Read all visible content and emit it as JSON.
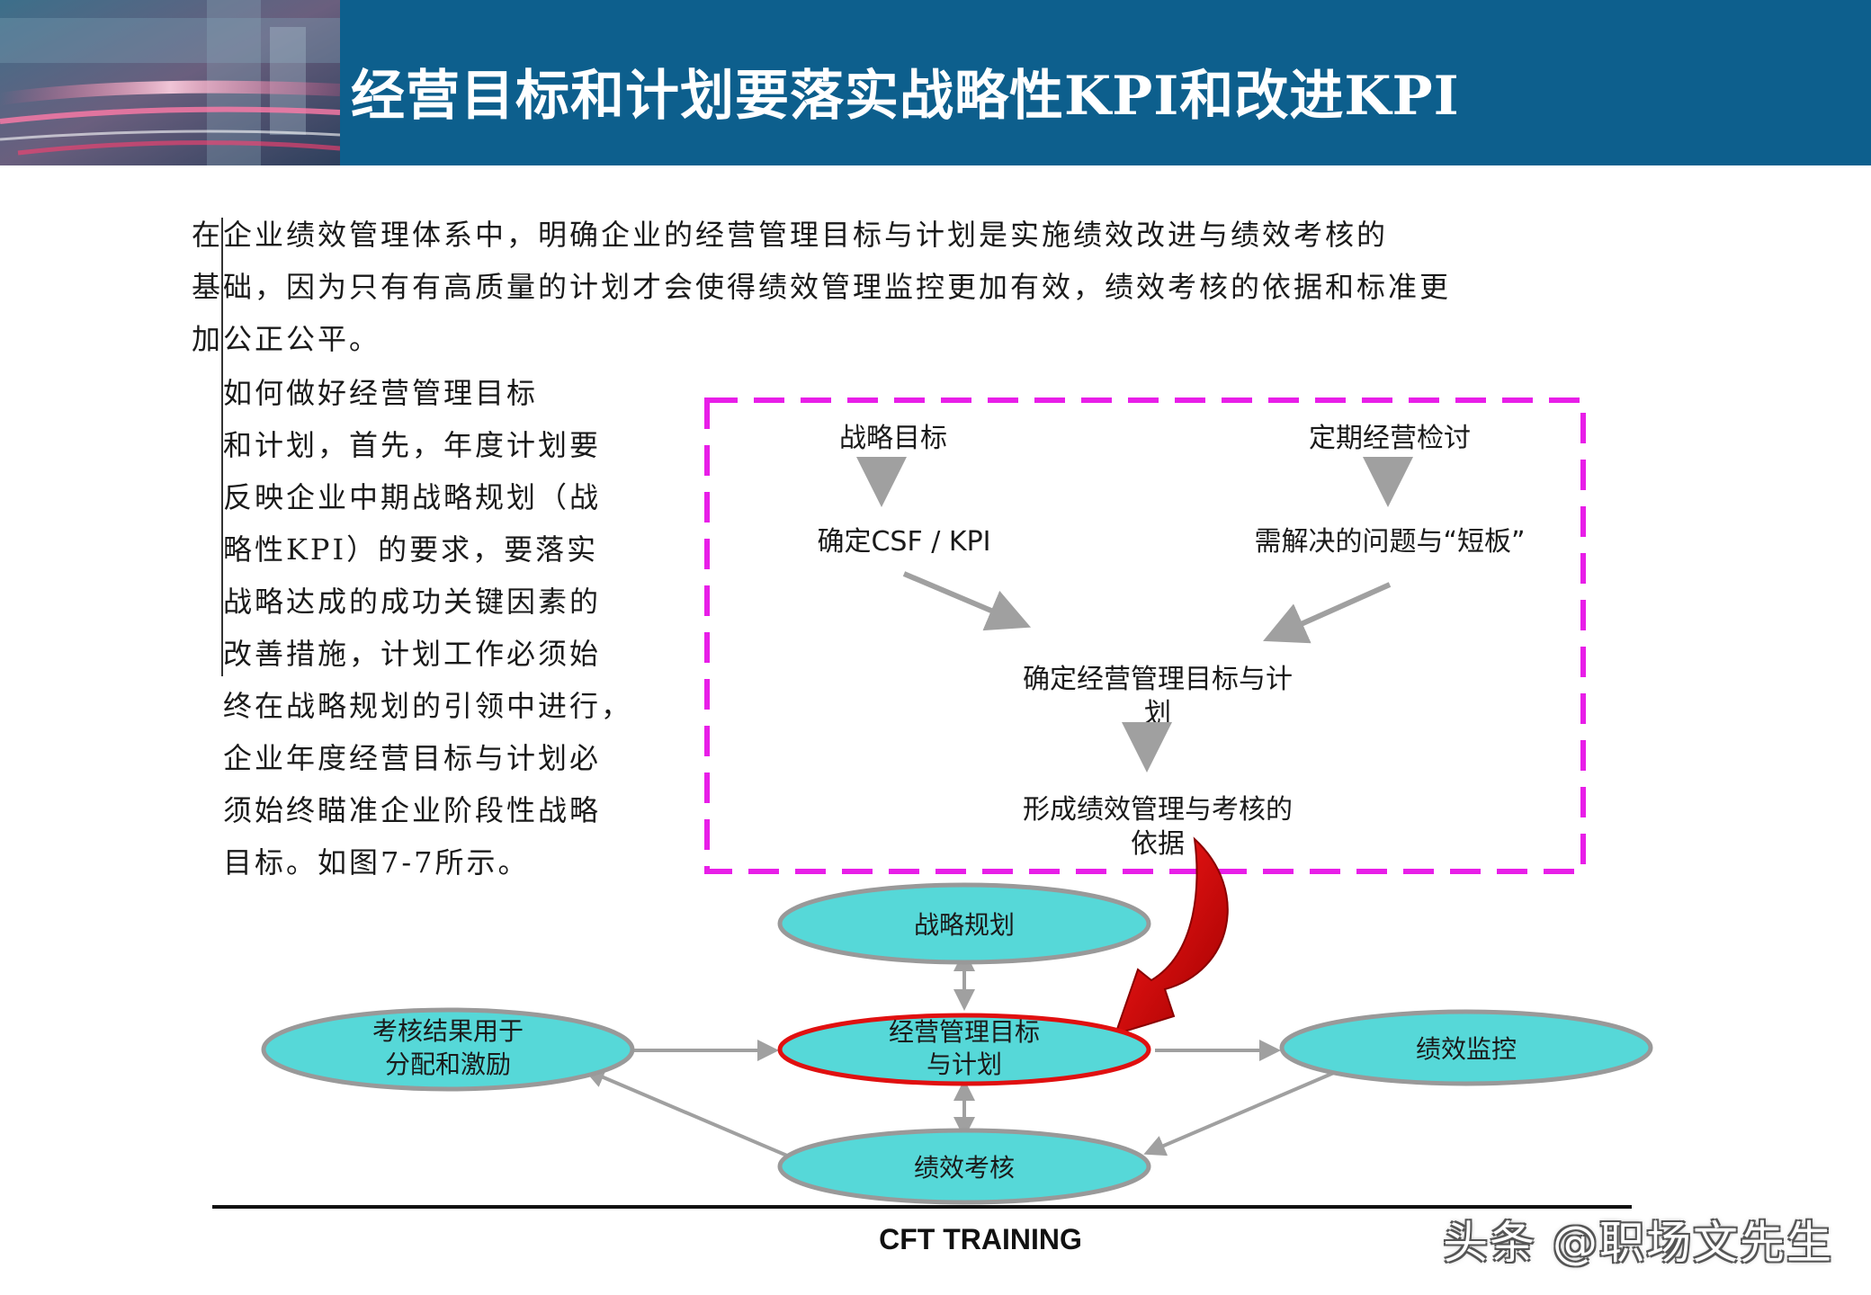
{
  "header": {
    "title": "经营目标和计划要落实战略性KPI和改进KPI"
  },
  "body_text": {
    "para1_lines": [
      "在企业绩效管理体系中，明确企业的经营管理目标与计划是实施绩效改进与绩效考核的",
      "基础，因为只有有高质量的计划才会使得绩效管理监控更加有效，绩效考核的依据和标准更",
      "加公正公平。"
    ],
    "para2_lines": [
      " 如何做好经营管理目标",
      "和计划，首先，年度计划要",
      "反映企业中期战略规划（战",
      "略性KPI）的要求，要落实",
      "战略达成的成功关键因素的",
      "改善措施，计划工作必须始",
      "终在战略规划的引领中进行，",
      "企业年度经营目标与计划必",
      "须始终瞄准企业阶段性战略",
      "目标。如图7-7所示。"
    ]
  },
  "flow": {
    "strategic_goal": "战略目标",
    "periodic_review": "定期经营检讨",
    "confirm_csf": "确定CSF / KPI",
    "problems": "需解决的问题与“短板”",
    "confirm_goals_line1": "确定经营管理目标与计",
    "confirm_goals_line2": "划",
    "basis_line1": "形成绩效管理与考核的",
    "basis_line2": "依据"
  },
  "cycle": {
    "strategy_planning": "战略规划",
    "center_line1": "经营管理目标",
    "center_line2": "与计划",
    "reward_line1": "考核结果用于",
    "reward_line2": "分配和激励",
    "monitoring": "绩效监控",
    "appraisal": "绩效考核"
  },
  "footer": {
    "text": "CFT TRAINING",
    "watermark": "头条 @职场文先生"
  },
  "colors": {
    "header_bar": "#0d5f8d",
    "dashed_box": "#e81ee8",
    "ellipse_fill": "#56d8d8",
    "center_border": "#e01010",
    "arrow_gray": "#a0a0a0",
    "curved_arrow": "#cc0000"
  }
}
